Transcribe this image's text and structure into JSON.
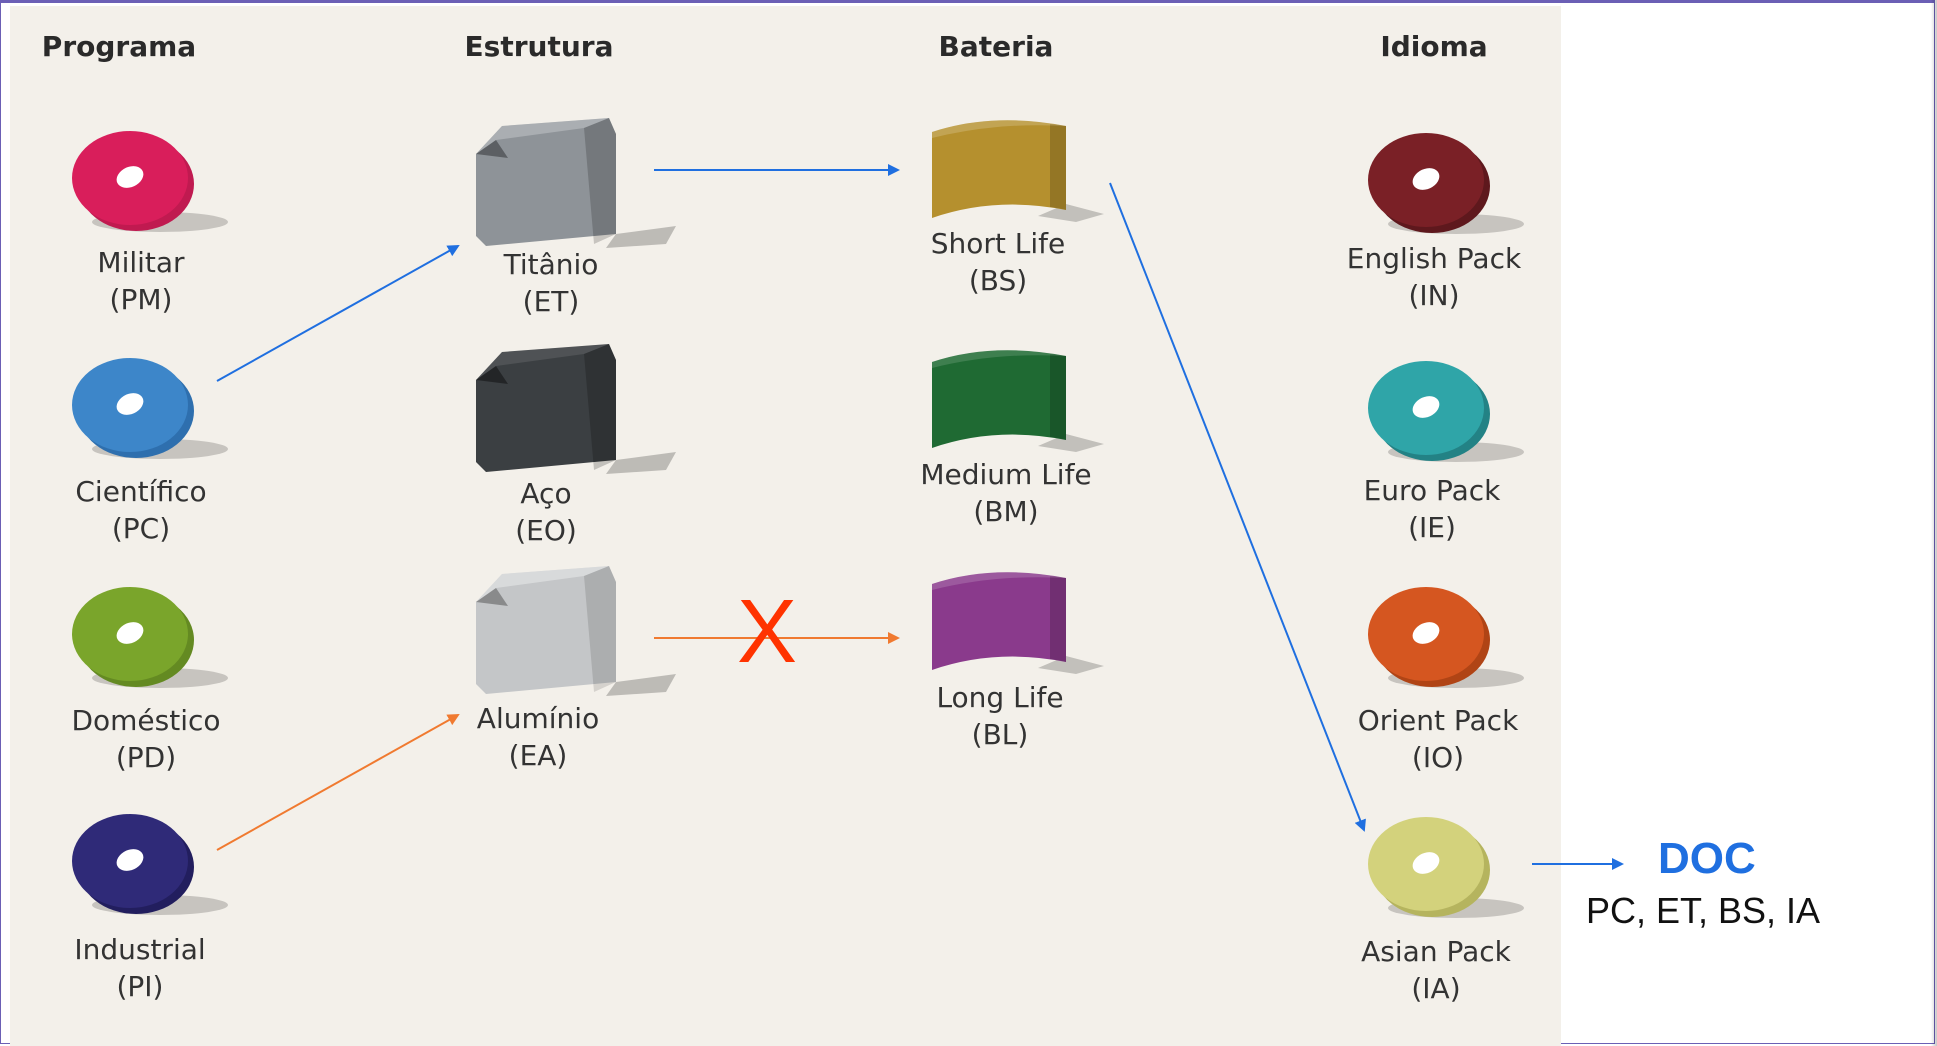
{
  "headers": {
    "programa": "Programa",
    "estrutura": "Estrutura",
    "bateria": "Bateria",
    "idioma": "Idioma"
  },
  "programa": [
    {
      "name": "Militar",
      "code": "(PM)",
      "color": "#d91e5b",
      "icon": "disc-icon"
    },
    {
      "name": "Científico",
      "code": "(PC)",
      "color": "#3d86c9",
      "icon": "disc-icon"
    },
    {
      "name": "Doméstico",
      "code": "(PD)",
      "color": "#7aa52b",
      "icon": "disc-icon"
    },
    {
      "name": "Industrial",
      "code": "(PI)",
      "color": "#2f2a78",
      "icon": "disc-icon"
    }
  ],
  "estrutura": [
    {
      "name": "Titânio",
      "code": "(ET)",
      "color": "#8e9398",
      "icon": "block-icon"
    },
    {
      "name": "Aço",
      "code": "(EO)",
      "color": "#3b3f42",
      "icon": "block-icon"
    },
    {
      "name": "Alumínio",
      "code": "(EA)",
      "color": "#c4c6c8",
      "icon": "block-icon"
    }
  ],
  "bateria": [
    {
      "name": "Short Life",
      "code": "(BS)",
      "color": "#b5902e",
      "icon": "battery-icon"
    },
    {
      "name": "Medium Life",
      "code": "(BM)",
      "color": "#1f6a33",
      "icon": "battery-icon"
    },
    {
      "name": "Long Life",
      "code": "(BL)",
      "color": "#8a3a8c",
      "icon": "battery-icon"
    }
  ],
  "idioma": [
    {
      "name": "English Pack",
      "code": "(IN)",
      "color": "#7a2026",
      "icon": "disc-icon"
    },
    {
      "name": "Euro Pack",
      "code": "(IE)",
      "color": "#2fa5a8",
      "icon": "disc-icon"
    },
    {
      "name": "Orient Pack",
      "code": "(IO)",
      "color": "#d55620",
      "icon": "disc-icon"
    },
    {
      "name": "Asian Pack",
      "code": "(IA)",
      "color": "#d3d27c",
      "icon": "disc-icon"
    }
  ],
  "cross_mark": "X",
  "doc": {
    "title": "DOC",
    "codes": "PC, ET, BS, IA"
  },
  "colors": {
    "valid_path": "#1f6fe0",
    "invalid_path": "#f07a30",
    "cross": "#ff3300"
  }
}
